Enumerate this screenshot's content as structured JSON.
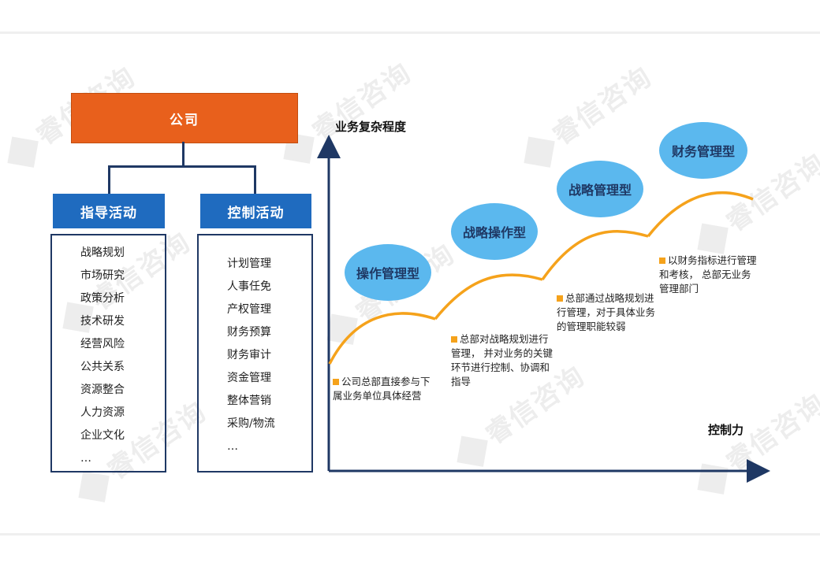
{
  "watermark": "睿信咨询",
  "org": {
    "company": "公司",
    "guidance": {
      "title": "指导活动",
      "items": [
        "战略规划",
        "市场研究",
        "政策分析",
        "技术研发",
        "经营风险",
        "公共关系",
        "资源整合",
        "人力资源",
        "企业文化",
        "…"
      ]
    },
    "control": {
      "title": "控制活动",
      "items": [
        "计划管理",
        "人事任免",
        "产权管理",
        "财务预算",
        "财务审计",
        "资金管理",
        "整体营销",
        "采购/物流",
        "…"
      ]
    }
  },
  "axes": {
    "y_label": "业务复杂程度",
    "x_label": "控制力"
  },
  "stages": [
    {
      "name": "操作管理型",
      "note": "公司总部直接参与下属业务单位具体经营"
    },
    {
      "name": "战略操作型",
      "note": "总部对战略规划进行管理， 并对业务的关键环节进行控制、协调和指导"
    },
    {
      "name": "战略管理型",
      "note": "总部通过战略规划进行管理，对于具体业务的管理职能较弱"
    },
    {
      "name": "财务管理型",
      "note": "以财务指标进行管理和考核， 总部无业务管理部门"
    }
  ],
  "colors": {
    "company": "#e8601c",
    "header": "#1f6bbf",
    "border": "#1f3864",
    "bubble": "#5bb8ee",
    "curve": "#f5a21b"
  }
}
